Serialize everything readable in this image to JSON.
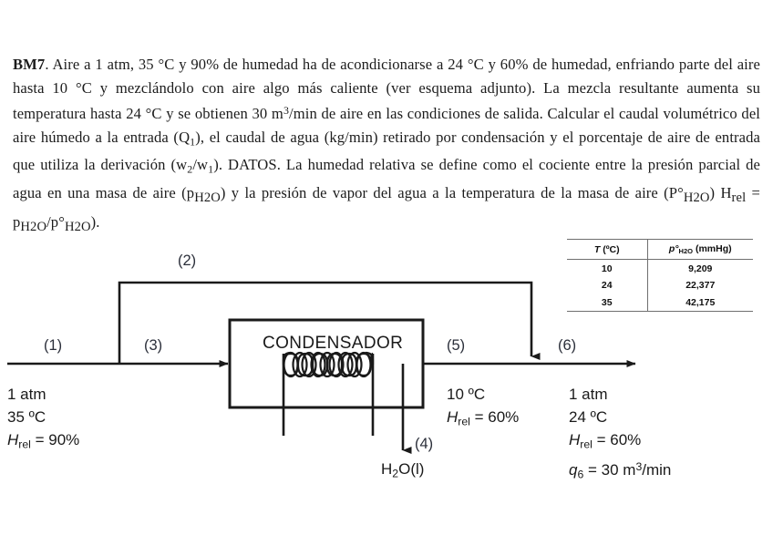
{
  "problem": {
    "code": "BM7",
    "line1_a": ". Aire a 1 atm, 35 °C y 90% de humedad ha de acondicionarse a 24 °C y 60% de humedad,",
    "line2": "enfriando parte del aire hasta 10 °C y mezclándolo con aire algo más caliente (ver esquema adjunto).",
    "line3_a": "La mezcla resultante aumenta su temperatura hasta 24 °C y se obtienen 30 m",
    "line3_sup": "3",
    "line3_b": "/min de aire en las",
    "line4_a": "condiciones de salida. Calcular el caudal volumétrico del aire húmedo a la entrada (Q",
    "line4_sub": "1",
    "line4_b": "), el caudal de",
    "line5": "agua (kg/min) retirado por condensación y el porcentaje de aire de entrada que utiliza la derivación",
    "line6_a": "(w",
    "line6_sub1": "2",
    "line6_b": "/w",
    "line6_sub2": "1",
    "line6_c": "). DATOS. La humedad relativa se define como el cociente entre la presión parcial de agua",
    "line7_a": "en una masa de aire (p",
    "line7_sub1": "H2O",
    "line7_b": ") y la presión de vapor del agua a la temperatura de la masa de aire (P°",
    "line7_sub2": "H2O",
    "line7_c": ")",
    "line8_a": "H",
    "line8_sub1": "rel",
    "line8_b": " = p",
    "line8_sub2": "H2O",
    "line8_c": "/p°",
    "line8_sub3": "H2O",
    "line8_d": ")."
  },
  "table": {
    "header_temp_sym": "T",
    "header_temp_unit": "(ºC)",
    "header_pres_sym": "p°",
    "header_pres_sub": "H2O",
    "header_pres_unit": "(mmHg)",
    "rows": [
      {
        "t": "10",
        "p": "9,209"
      },
      {
        "t": "24",
        "p": "22,377"
      },
      {
        "t": "35",
        "p": "42,175"
      }
    ]
  },
  "diagram": {
    "unit_label": "CONDENSADOR",
    "streams": {
      "s1": "(1)",
      "s2": "(2)",
      "s3": "(3)",
      "s4": "(4)",
      "s5": "(5)",
      "s6": "(6)"
    },
    "inlet_specs": {
      "pressure": "1 atm",
      "temperature": "35 ºC",
      "humidity_sym": "H",
      "humidity_sub": "rel",
      "humidity_val": " = 90%"
    },
    "stream5_specs": {
      "temperature": "10 ºC",
      "humidity_sym": "H",
      "humidity_sub": "rel",
      "humidity_val": " = 60%"
    },
    "outlet_specs": {
      "pressure": "1 atm",
      "temperature": "24 ºC",
      "humidity_sym": "H",
      "humidity_sub": "rel",
      "humidity_val": " = 60%",
      "flow_sym": "q",
      "flow_sub": "6",
      "flow_val": " = 30 m",
      "flow_sup": "3",
      "flow_unit": "/min"
    },
    "condensate_label_a": "H",
    "condensate_label_sub": "2",
    "condensate_label_b": "O(l)"
  },
  "colors": {
    "ink": "#1a1a1a",
    "rule": "#6f6f6f",
    "paper": "#ffffff"
  }
}
